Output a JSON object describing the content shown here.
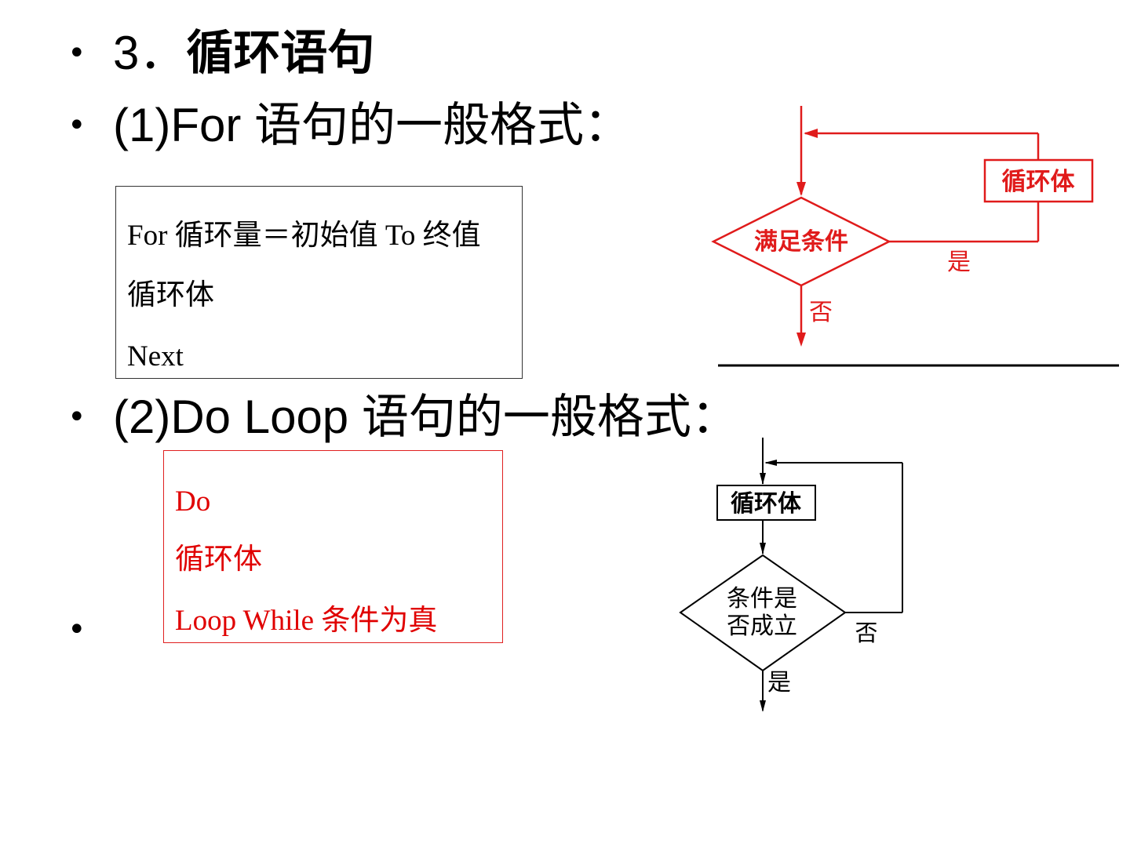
{
  "slide": {
    "items": [
      {
        "bullet": "•",
        "parts": [
          "3．",
          "循环语句"
        ]
      },
      {
        "bullet": "•",
        "parts": [
          "(1)For ",
          "语句的一般格式："
        ]
      },
      {
        "bullet": "•",
        "parts": [
          "(2)Do Loop ",
          "语句的一般格式："
        ]
      },
      {
        "bullet": "•",
        "parts": []
      }
    ]
  },
  "for_syntax": {
    "lines": [
      "For 循环量＝初始值 To 终值",
      "循环体",
      "Next"
    ]
  },
  "do_syntax": {
    "lines": [
      "Do",
      "循环体",
      "Loop While 条件为真"
    ]
  },
  "for_flowchart": {
    "loop_body": "循环体",
    "condition": "满足条件",
    "yes_label": "是",
    "no_label": "否",
    "color": "#e01b1b"
  },
  "do_flowchart": {
    "loop_body": "循环体",
    "condition_line1": "条件是",
    "condition_line2": "否成立",
    "no_label": "否",
    "yes_label": "是",
    "color": "#000000"
  }
}
